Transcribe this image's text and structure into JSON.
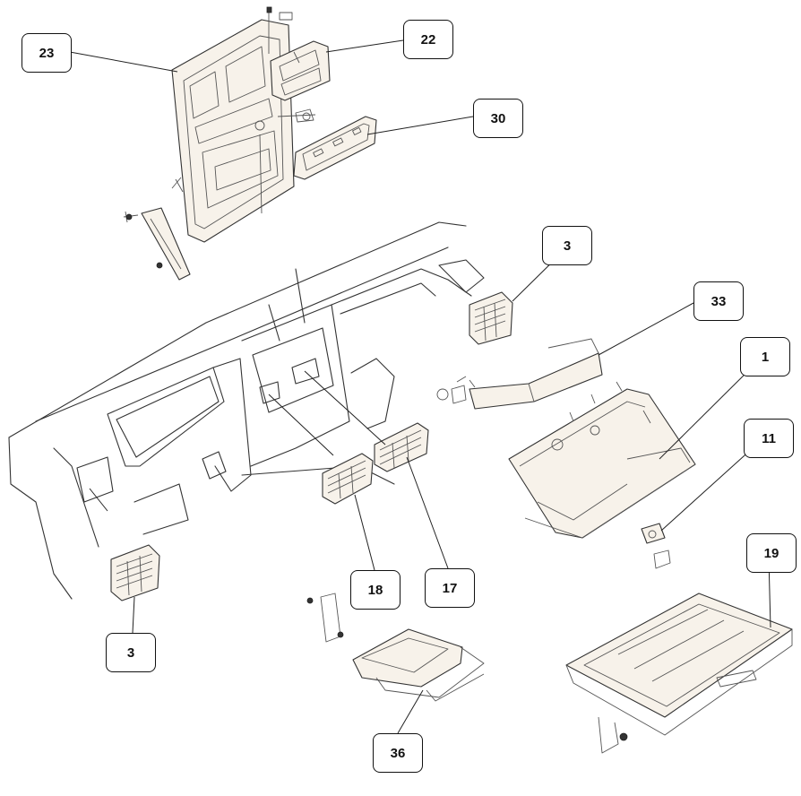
{
  "diagram": {
    "callouts": [
      {
        "id": "c23",
        "label": "23"
      },
      {
        "id": "c22",
        "label": "22"
      },
      {
        "id": "c30",
        "label": "30"
      },
      {
        "id": "c3a",
        "label": "3"
      },
      {
        "id": "c33",
        "label": "33"
      },
      {
        "id": "c1",
        "label": "1"
      },
      {
        "id": "c11",
        "label": "11"
      },
      {
        "id": "c19",
        "label": "19"
      },
      {
        "id": "c18",
        "label": "18"
      },
      {
        "id": "c17",
        "label": "17"
      },
      {
        "id": "c3b",
        "label": "3"
      },
      {
        "id": "c36",
        "label": "36"
      }
    ]
  }
}
